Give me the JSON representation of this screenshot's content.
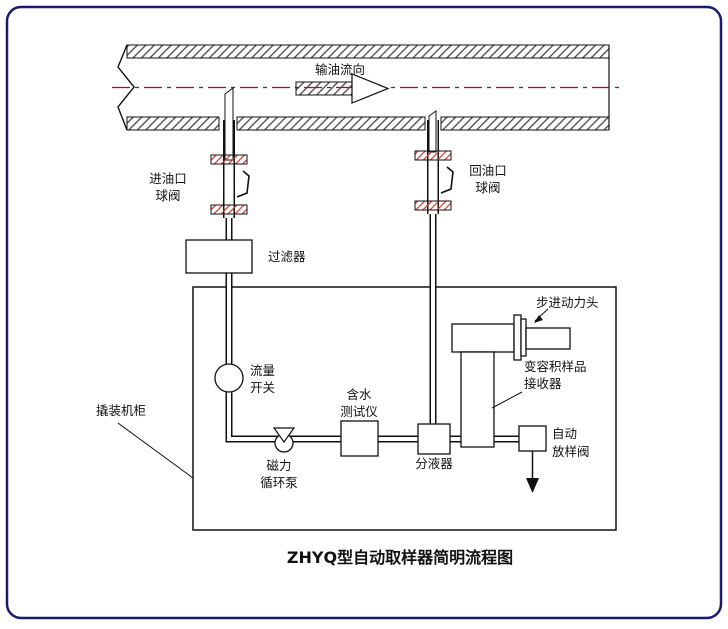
{
  "diagram": {
    "title": "ZHYQ型自动取样器简明流程图",
    "pipeline": {
      "flow_label": "输油流向"
    },
    "labels": {
      "inlet_valve_line1": "进油口",
      "inlet_valve_line2": "球阀",
      "return_valve_line1": "回油口",
      "return_valve_line2": "球阀",
      "filter": "过滤器",
      "flow_switch_line1": "流量",
      "flow_switch_line2": "开关",
      "pump_line1": "磁力",
      "pump_line2": "循环泵",
      "water_tester_line1": "含水",
      "water_tester_line2": "测试仪",
      "separator": "分液器",
      "receiver_line1": "变容积样品",
      "receiver_line2": "接收器",
      "stepper_head": "步进动力头",
      "auto_valve_line1": "自动",
      "auto_valve_line2": "放样阀",
      "cabinet": "撬装机柜"
    },
    "colors": {
      "border": "#1b1b6e",
      "centerline": "#cc0000",
      "flange_hatch": "#cc3333",
      "line": "#111111"
    }
  }
}
